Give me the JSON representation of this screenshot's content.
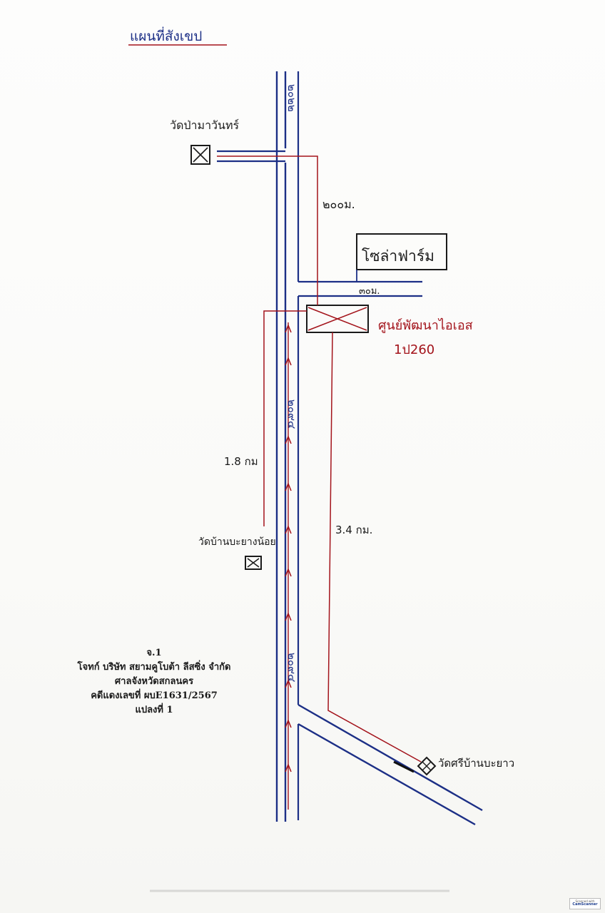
{
  "map": {
    "title": "แผนที่สังเขป",
    "road_label_top": "๒๐๒๒",
    "road_label_mid": "๒๐๙๔",
    "road_label_bottom": "๒๐๙๔",
    "dist_temple_north": "๒๐๐ม.",
    "dist_30m": "๓๐ม.",
    "dist_1_8km": "1.8 กม",
    "dist_3_4km": "3.4 กม.",
    "solar_farm": "โซล่าฟาร์ม",
    "subject_property": "ศูนย์พัฒนาไอเอส",
    "subject_property_code": "1ป260",
    "temple_north": "วัดป่ามาวันทร์",
    "temple_west": "วัดบ้านบะยางน้อย",
    "temple_south": "วัดศรีบ้านบะยาว",
    "colors": {
      "road": "#1c2f86",
      "route": "#a3131b",
      "ink": "#1a1a1a"
    }
  },
  "caption": {
    "line1": "จ.1",
    "line2": "โจทก์ บริษัท สยามคูโบต้า ลีสซิ่ง จำกัด",
    "line3": "ศาลจังหวัดสกลนคร",
    "line4": "คดีแดงเลขที่ ผบE1631/2567",
    "line5": "แปลงที่ 1"
  },
  "watermark": {
    "line1": "Scanned with",
    "line2": "CamScanner"
  }
}
